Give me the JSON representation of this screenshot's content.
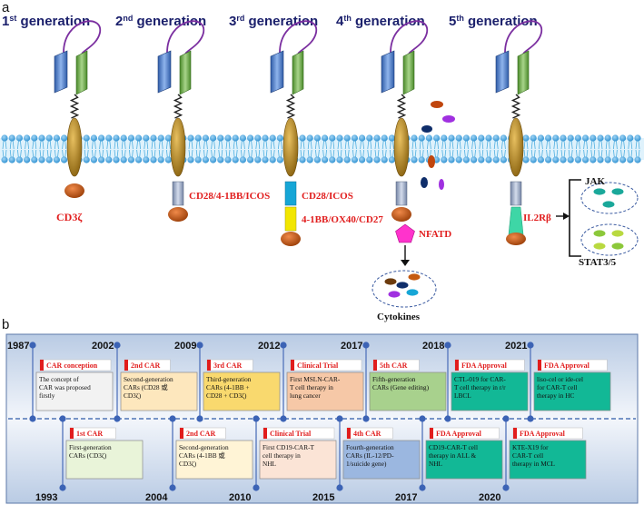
{
  "panel_a": {
    "label": "a",
    "generations": [
      {
        "num": "1",
        "sup": "st",
        "word": " generation"
      },
      {
        "num": "2",
        "sup": "nd",
        "word": " generation"
      },
      {
        "num": "3",
        "sup": "rd",
        "word": " generation"
      },
      {
        "num": "4",
        "sup": "th",
        "word": " generation"
      },
      {
        "num": "5",
        "sup": "th",
        "word": " generation"
      }
    ],
    "labels": {
      "cd3z": "CD3ζ",
      "gen2_costim": "CD28/4-1BB/ICOS",
      "gen3_costim1": "CD28/ICOS",
      "gen3_costim2": "4-1BB/OX40/CD27",
      "nfatd": "NFATD",
      "cytokines": "Cytokines",
      "il2rb": "IL2Rβ",
      "jak": "JAK",
      "stat": "STAT3/5"
    },
    "colors": {
      "vh": "#4472c4",
      "vl": "#70ad47",
      "transmembrane": "#b8860b",
      "cd3z": "#c55a11",
      "costim_gray": "#8ea0c0",
      "costim_cyan": "#16a6d6",
      "costim_yellow": "#f2e600",
      "nfat": "#ff33cc",
      "il2rb": "#3ed6a6",
      "linker": "#7b2fa0"
    }
  },
  "panel_b": {
    "label": "b",
    "top": [
      {
        "year": "1987",
        "title": "CAR conception",
        "lines": [
          "The concept of",
          "CAR was proposed",
          "firstly"
        ],
        "color": "#f2f2f2"
      },
      {
        "year": "2002",
        "title": "2nd CAR",
        "lines": [
          "Second-generation",
          "CARs (CD28 或",
          "CD3ζ)"
        ],
        "color": "#fde7bd"
      },
      {
        "year": "2009",
        "title": "3rd CAR",
        "lines": [
          "Third-generation",
          "CARs (4-1BB +",
          "CD28 + CD3ζ)"
        ],
        "color": "#f9d96e"
      },
      {
        "year": "2012",
        "title": "Clinical Trial",
        "lines": [
          "First MSLN-CAR-",
          "T cell therapy in",
          "lung cancer"
        ],
        "color": "#f6c8a7"
      },
      {
        "year": "2017",
        "title": "5th CAR",
        "lines": [
          "Fifth-generation",
          "CARs (Gene editing)"
        ],
        "color": "#a8d18d"
      },
      {
        "year": "2018",
        "title": "FDA Approval",
        "lines": [
          "CTL-019 for CAR-",
          "T cell therapy in r/r",
          "LBCL"
        ],
        "color": "#12b896"
      },
      {
        "year": "2021",
        "title": "FDA Approval",
        "lines": [
          "liso-cel or ide-cel",
          "for CAR-T cell",
          "therapy in HC"
        ],
        "color": "#12b896"
      }
    ],
    "bottom": [
      {
        "year": "1993",
        "title": "1st CAR",
        "lines": [
          "First-generation",
          "CARs (CD3ζ)"
        ],
        "color": "#e9f4d9"
      },
      {
        "year": "2004",
        "title": "2nd CAR",
        "lines": [
          "Second-generation",
          "CARs (4-1BB 或",
          "CD3ζ)"
        ],
        "color": "#fff4d6"
      },
      {
        "year": "2010",
        "title": "Clinical Trial",
        "lines": [
          "First CD19-CAR-T",
          "cell therapy in",
          "NHL"
        ],
        "color": "#fbe4d6"
      },
      {
        "year": "2015",
        "title": "4th CAR",
        "lines": [
          "Fourth-generation",
          "CARs (IL-12/PD-",
          "1/suicide gene)"
        ],
        "color": "#9bb7e0"
      },
      {
        "year": "2017",
        "title": "FDA Approval",
        "lines": [
          "CD19-CAR-T cell",
          "therapy in ALL &",
          "NHL"
        ],
        "color": "#12b896"
      },
      {
        "year": "2020",
        "title": "FDA Approval",
        "lines": [
          "KTE-X19 for",
          "CAR-T cell",
          "therapy in MCL"
        ],
        "color": "#12b896"
      }
    ]
  }
}
